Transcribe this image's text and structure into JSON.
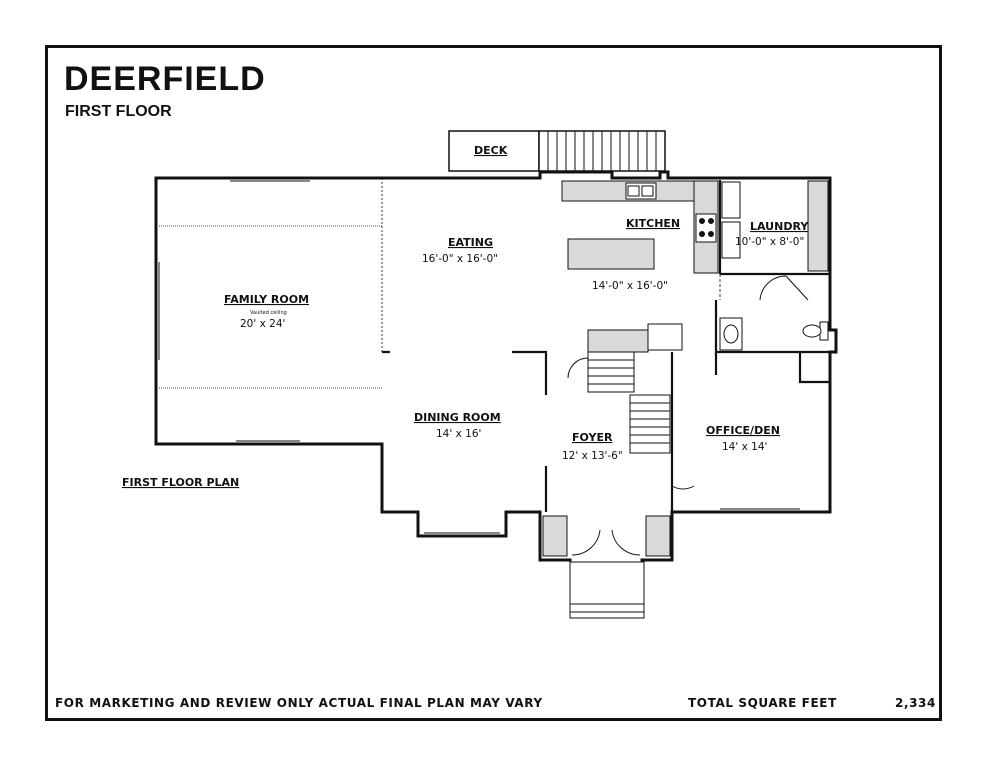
{
  "header": {
    "title": "DEERFIELD",
    "subtitle": "FIRST FLOOR"
  },
  "rooms": {
    "deck": {
      "label": "DECK"
    },
    "kitchen": {
      "label": "KITCHEN",
      "dims": "14'-0\" x 16'-0\""
    },
    "eating": {
      "label": "EATING",
      "dims": "16'-0\" x 16'-0\""
    },
    "laundry": {
      "label": "LAUNDRY",
      "dims": "10'-0\" x 8'-0\""
    },
    "family_room": {
      "label": "FAMILY ROOM",
      "note": "Vaulted ceiling",
      "dims": "20' x 24'"
    },
    "dining_room": {
      "label": "DINING ROOM",
      "dims": "14' x 16'"
    },
    "foyer": {
      "label": "FOYER",
      "dims": "12' x 13'-6\""
    },
    "office": {
      "label": "OFFICE/DEN",
      "dims": "14' x 14'"
    }
  },
  "plan_caption": "FIRST FLOOR PLAN",
  "footer": {
    "disclaimer": "FOR MARKETING AND REVIEW ONLY ACTUAL FINAL PLAN MAY VARY",
    "total_label": "TOTAL SQUARE FEET",
    "total_value": "2,334"
  },
  "colors": {
    "wall": "#111111",
    "counter": "#d9d9d9",
    "background": "#ffffff"
  }
}
